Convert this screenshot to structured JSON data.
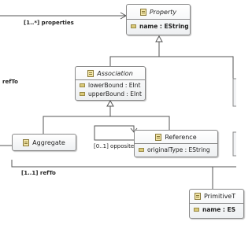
{
  "classes": {
    "property": {
      "name": "Property",
      "attributes": [
        {
          "text": "name : EString",
          "bold": true
        }
      ]
    },
    "association": {
      "name": "Association",
      "attributes": [
        {
          "text": "lowerBound : EInt"
        },
        {
          "text": "upperBound : EInt"
        }
      ]
    },
    "aggregate": {
      "name": "Aggregate"
    },
    "reference": {
      "name": "Reference",
      "attributes": [
        {
          "text": "originalType : EString"
        }
      ]
    },
    "primitive_type": {
      "name": "PrimitiveT",
      "attributes": [
        {
          "text": "name : ES",
          "bold": true
        }
      ]
    }
  },
  "labels": {
    "properties": "[1..*] properties",
    "ref_to_left": "refTo",
    "opposite": "[0..1] opposite",
    "ref_to_bottom": "[1..1] refTo"
  }
}
